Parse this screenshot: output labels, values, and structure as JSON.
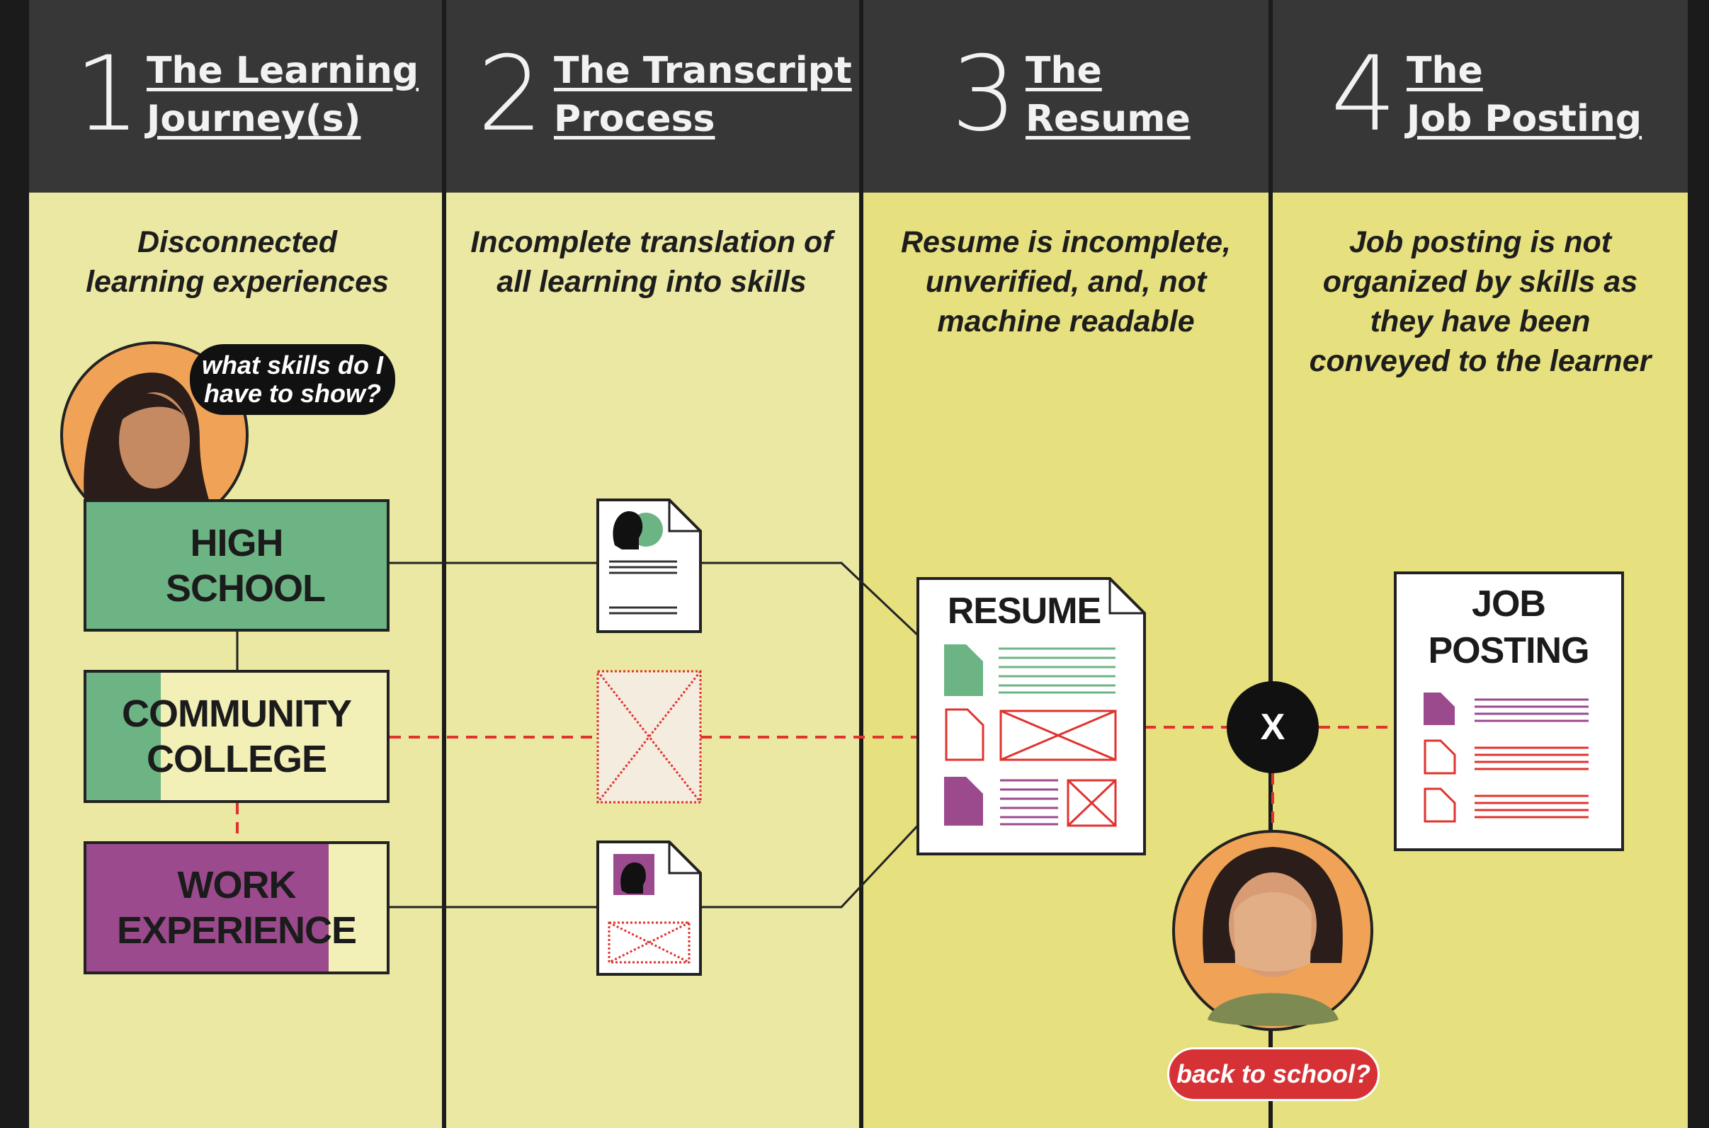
{
  "columns": [
    {
      "number": "1",
      "title_line1": "The Learning",
      "title_line2": "Journey(s)",
      "description": "Disconnected learning experiences"
    },
    {
      "number": "2",
      "title_line1": "The Transcript",
      "title_line2": "Process",
      "description": "Incomplete translation of all learning into skills"
    },
    {
      "number": "3",
      "title_line1": "The",
      "title_line2": "Resume",
      "description": "Resume is incomplete, unverified, and, not machine readable"
    },
    {
      "number": "4",
      "title_line1": "The",
      "title_line2": "Job Posting",
      "description": "Job posting is not organized by skills as they have been conveyed to the learner"
    }
  ],
  "speech_bubble": "what skills do I have to show?",
  "boxes": {
    "high_school": "HIGH SCHOOL",
    "community_college": "COMMUNITY COLLEGE",
    "work_experience": "WORK EXPERIENCE"
  },
  "resume_label": "RESUME",
  "job_posting_label": "JOB POSTING",
  "x_marker": "X",
  "back_to_school": "back to school?",
  "colors": {
    "header_bg": "#373737",
    "panel_light": "#ebe8a3",
    "panel_yellow": "#e6e07e",
    "green": "#6db485",
    "purple": "#9b4a8d",
    "red_dash": "#e0332f",
    "skin_orange": "#f0a356"
  }
}
